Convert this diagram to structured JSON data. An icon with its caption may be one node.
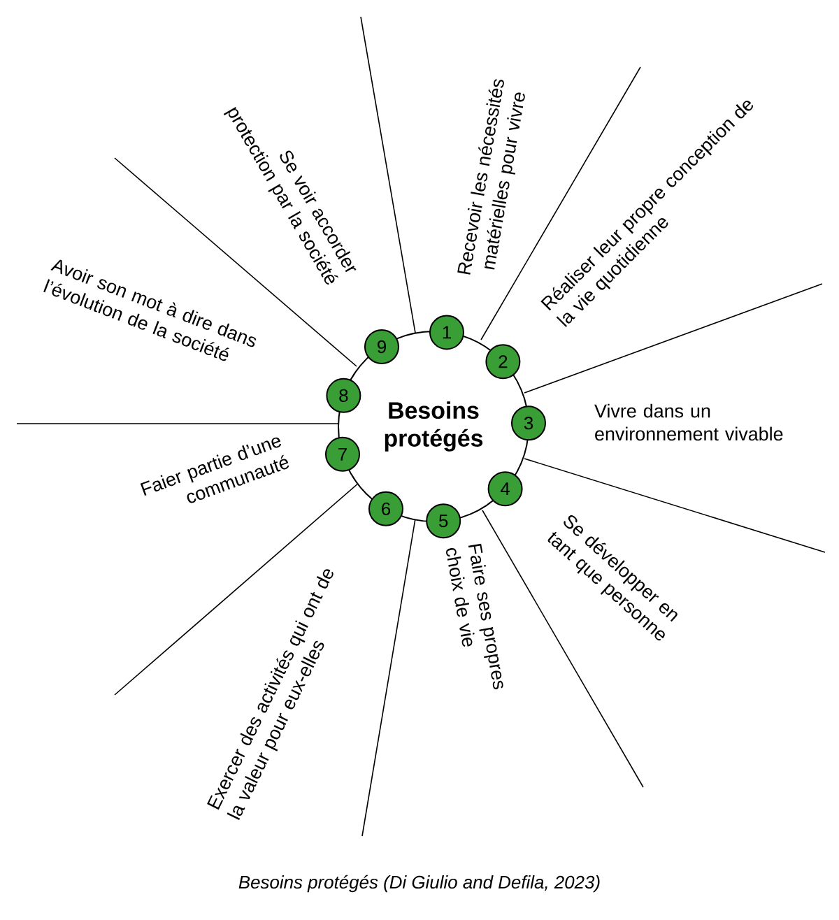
{
  "diagram": {
    "caption": "Besoins protégés (Di Giulio and Defila, 2023)",
    "nodes": [
      {
        "text": [
          "Besoins protégés"
        ]
      },
      {
        "text": [
          "1"
        ]
      },
      {
        "text": [
          "2"
        ]
      },
      {
        "text": [
          "3"
        ]
      },
      {
        "text": [
          "4"
        ]
      },
      {
        "text": [
          "5"
        ]
      },
      {
        "text": [
          "6"
        ]
      },
      {
        "text": [
          "7"
        ]
      },
      {
        "text": [
          "8"
        ]
      },
      {
        "text": [
          "9"
        ]
      }
    ],
    "edges": [],
    "labels": [
      "Recevoir les nécessités matérielles pour vivre",
      "Réaliser leur propre conception de la vie quotidienne",
      "Vivre dans un environnement vivable",
      "Se développer en tant que personne",
      "Faire ses propres choix de vie",
      "Exercer des activités qui ont de la valeur pour eux-elles",
      "Faier partie d’une communauté",
      "Avoir son mot à dire dans l’évolution de la société",
      "Se voir accorder protection par la société"
    ]
  }
}
